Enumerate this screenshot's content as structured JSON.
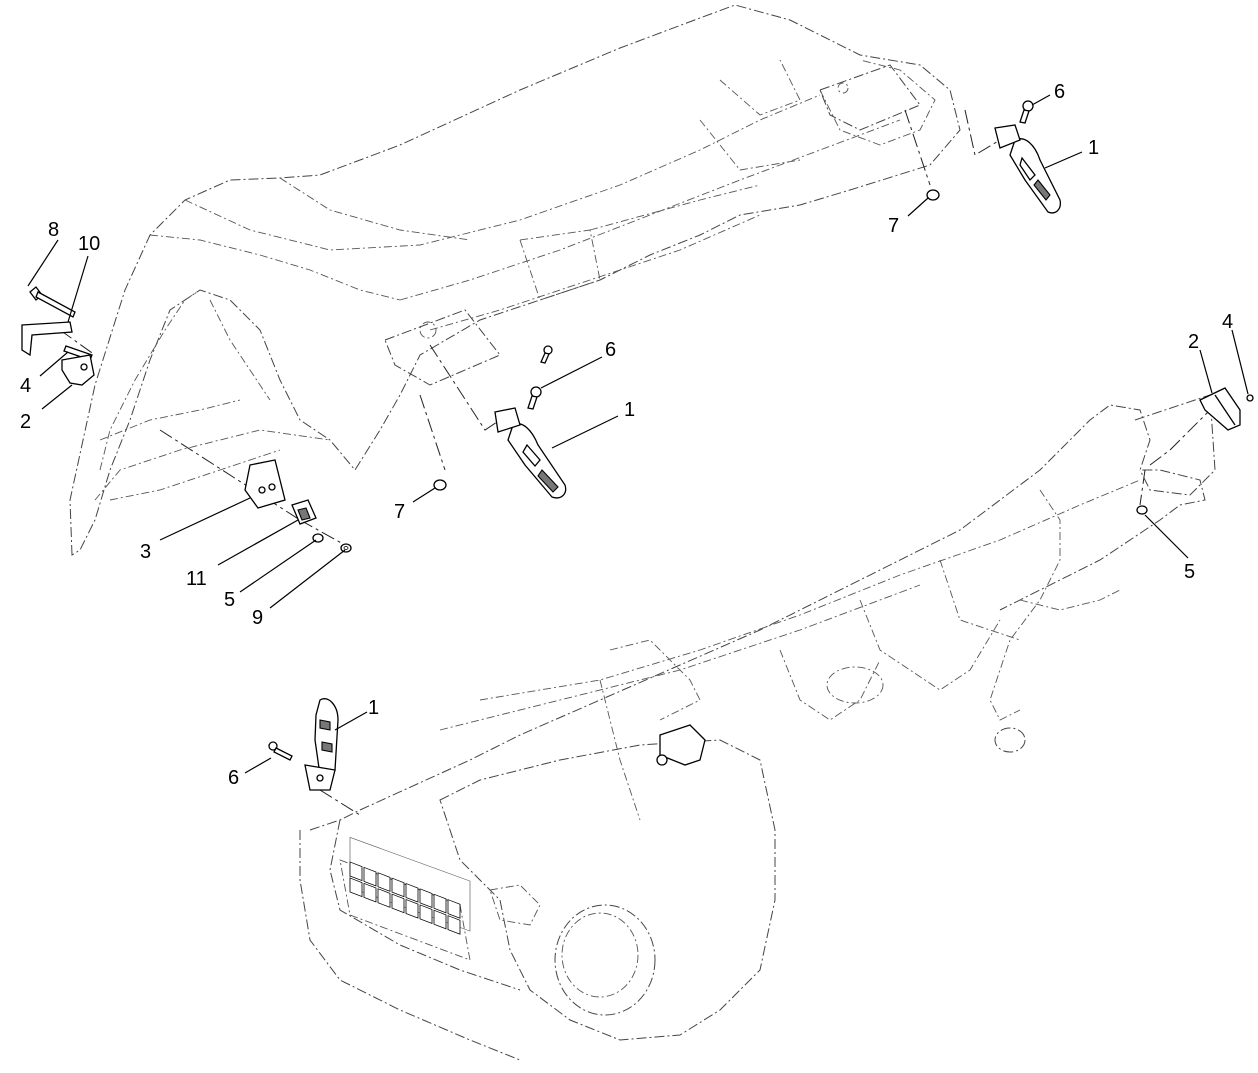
{
  "callouts": [
    {
      "id": "c8",
      "label": "8"
    },
    {
      "id": "c10",
      "label": "10"
    },
    {
      "id": "c4a",
      "label": "4"
    },
    {
      "id": "c2a",
      "label": "2"
    },
    {
      "id": "c3",
      "label": "3"
    },
    {
      "id": "c11",
      "label": "11"
    },
    {
      "id": "c5a",
      "label": "5"
    },
    {
      "id": "c9",
      "label": "9"
    },
    {
      "id": "c7a",
      "label": "7"
    },
    {
      "id": "c6a",
      "label": "6"
    },
    {
      "id": "c1a",
      "label": "1"
    },
    {
      "id": "c6b",
      "label": "6"
    },
    {
      "id": "c1b",
      "label": "1"
    },
    {
      "id": "c7b",
      "label": "7"
    },
    {
      "id": "c2b",
      "label": "2"
    },
    {
      "id": "c4b",
      "label": "4"
    },
    {
      "id": "c5b",
      "label": "5"
    },
    {
      "id": "c1c",
      "label": "1"
    },
    {
      "id": "c6c",
      "label": "6"
    }
  ]
}
